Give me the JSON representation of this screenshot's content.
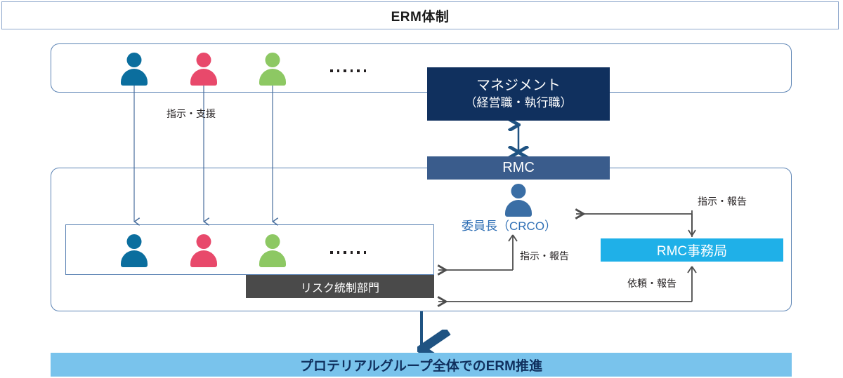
{
  "title": {
    "text": "ERM体制"
  },
  "boxes": {
    "management": "マネジメント",
    "management_sub": "（経営職・執行職）",
    "rmc": "RMC",
    "rmc_office": "RMC事務局",
    "risk_dept": "リスク統制部門",
    "bottom_banner": "プロテリアルグループ全体でのERM推進"
  },
  "labels": {
    "instruct_support": "指示・支援",
    "instruct_report_right": "指示・報告",
    "instruct_report_center": "指示・報告",
    "request_report": "依頼・報告",
    "chairperson": "委員長（CRCO）"
  },
  "ellipsis": "……",
  "persons": {
    "top": [
      {
        "name": "person-blue",
        "color": "#0b6e9e"
      },
      {
        "name": "person-pink",
        "color": "#e8496b"
      },
      {
        "name": "person-green",
        "color": "#8dc863"
      }
    ],
    "bottom": [
      {
        "name": "person-blue",
        "color": "#0b6e9e"
      },
      {
        "name": "person-pink",
        "color": "#e8496b"
      },
      {
        "name": "person-green",
        "color": "#8dc863"
      }
    ],
    "chairperson": {
      "name": "person-chairperson",
      "color": "#3a6ea5"
    }
  },
  "colors": {
    "navy": "#10305e",
    "rmc_blue": "#3a5c8c",
    "cyan": "#1fb0e8",
    "light_blue": "#79c3ec",
    "gray": "#4a4a4a",
    "border_blue": "#5b83b4",
    "arrow_gray": "#4d4d4d",
    "arrow_blue": "#4a6f9e",
    "label_blue": "#2f6fb5"
  }
}
